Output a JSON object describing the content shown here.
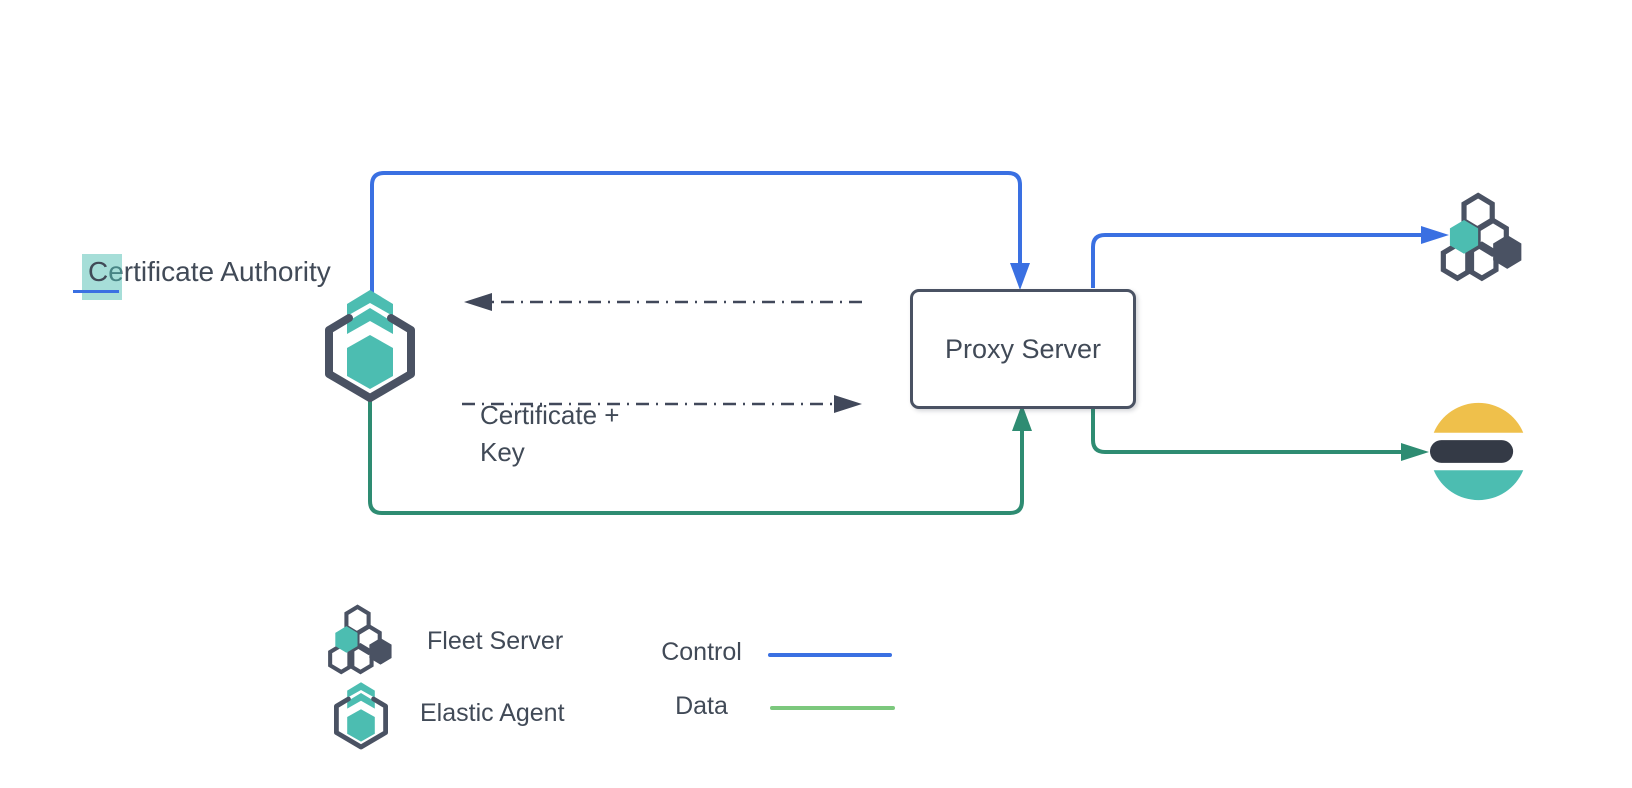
{
  "nodes": {
    "certificate_authority": {
      "head": "C",
      "tail": "ertificate Authority"
    },
    "proxy_server": {
      "label": "Proxy Server"
    },
    "certificate_key": {
      "line1": "Certificate +",
      "line2": "Key"
    }
  },
  "legend": {
    "items": [
      {
        "icon": "fleet-server-icon",
        "label": "Fleet Server"
      },
      {
        "icon": "elastic-agent-icon",
        "label": "Elastic Agent"
      }
    ],
    "flows": [
      {
        "label": "Control",
        "color": "#3a70e2"
      },
      {
        "label": "Data",
        "color": "#7cc87d"
      }
    ]
  },
  "colors": {
    "control_blue": "#3a70e2",
    "data_green": "#2e8c72",
    "legend_data_green": "#7cc87d",
    "teal": "#4cbdb1",
    "slate": "#4a5263",
    "text": "#414a57",
    "dash": "#41485a",
    "es_yellow": "#efc04b",
    "es_dark": "#343a46",
    "highlight": "rgba(77,189,178,0.5)"
  }
}
